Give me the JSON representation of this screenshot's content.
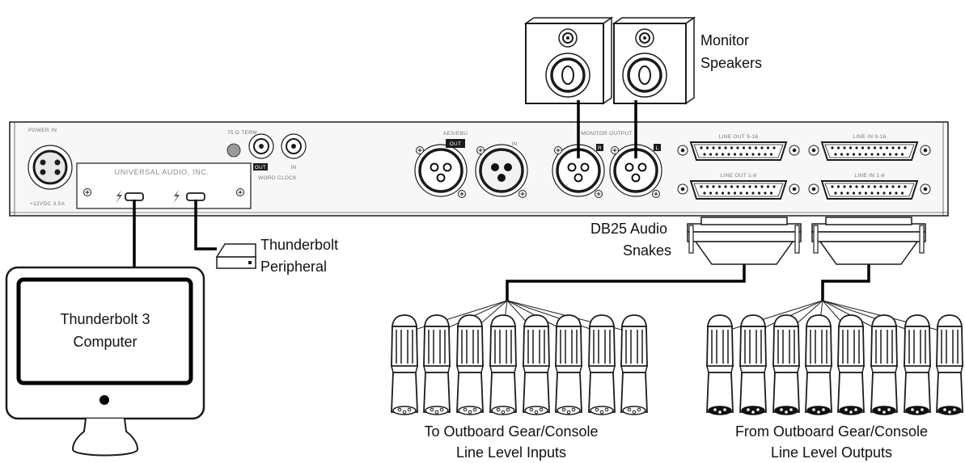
{
  "labels": {
    "monitor_speakers": [
      "Monitor",
      "Speakers"
    ],
    "thunderbolt_peripheral": [
      "Thunderbolt",
      "Peripheral"
    ],
    "db25_snakes": [
      "DB25 Audio",
      "Snakes"
    ],
    "computer": [
      "Thunderbolt 3",
      "Computer"
    ],
    "to_outboard": [
      "To Outboard Gear/Console",
      "Line Level Inputs"
    ],
    "from_outboard": [
      "From Outboard Gear/Console",
      "Line Level Outputs"
    ]
  },
  "panel": {
    "brand": "UNIVERSAL AUDIO, INC.",
    "power_label": "POWER IN",
    "power_sub": "+12VDC 3.5A",
    "word_clock": "WORD CLOCK",
    "wc_out": "OUT",
    "wc_in": "IN",
    "term": "75 Ω TERM",
    "aes_ebu": "AES/EBU",
    "aes_out": "OUT",
    "aes_in": "IN",
    "monitor_outputs": "MONITOR OUTPUT",
    "mon_r": "R",
    "mon_l": "L",
    "line_out_9_16": "LINE OUT 9-16",
    "line_in_9_16": "LINE IN 9-16",
    "line_out_1_8": "LINE OUT 1-8",
    "line_in_1_8": "LINE IN 1-8"
  },
  "colors": {
    "line": "#111111",
    "panel_bg": "#f7f7f7",
    "outline": "#1b1b1b",
    "light_gray": "#bfbfbf"
  }
}
